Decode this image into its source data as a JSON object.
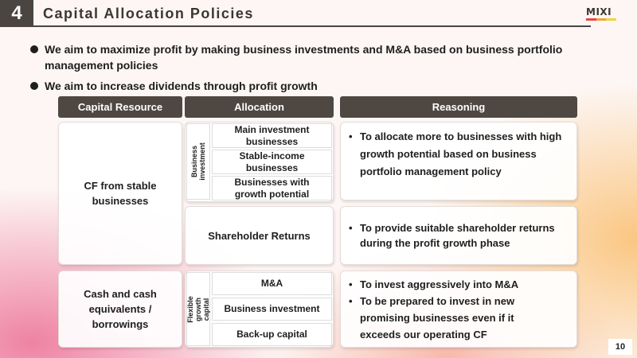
{
  "header": {
    "section_number": "4",
    "title": "Capital Allocation Policies",
    "logo_text": "MIXI",
    "logo_colors": [
      "#e8473f",
      "#f2a23a",
      "#f3d23c"
    ]
  },
  "bullets": [
    "We aim to maximize profit by making business investments and M&A based on business portfolio management policies",
    "We aim to increase dividends through profit growth"
  ],
  "table": {
    "headers": {
      "capital_resource": "Capital Resource",
      "allocation": "Allocation",
      "reasoning": "Reasoning"
    },
    "row1": {
      "resource": "CF from stable businesses",
      "group_label": "Business investment",
      "sub_items": [
        "Main investment businesses",
        "Stable-income businesses",
        "Businesses with growth potential"
      ],
      "reasons": [
        "To allocate more to businesses with high growth potential based on business portfolio management policy"
      ],
      "shareholder_returns": "Shareholder Returns",
      "shareholder_reasons": [
        "To provide suitable shareholder returns during the profit growth phase"
      ]
    },
    "row2": {
      "resource": "Cash and cash equivalents / borrowings",
      "group_label": "Flexible growth capital",
      "sub_items": [
        "M&A",
        "Business investment",
        "Back-up capital"
      ],
      "reasons": [
        "To invest aggressively into M&A",
        "To be prepared to invest in new promising businesses even if it exceeds our operating CF"
      ]
    }
  },
  "page_number": "10"
}
